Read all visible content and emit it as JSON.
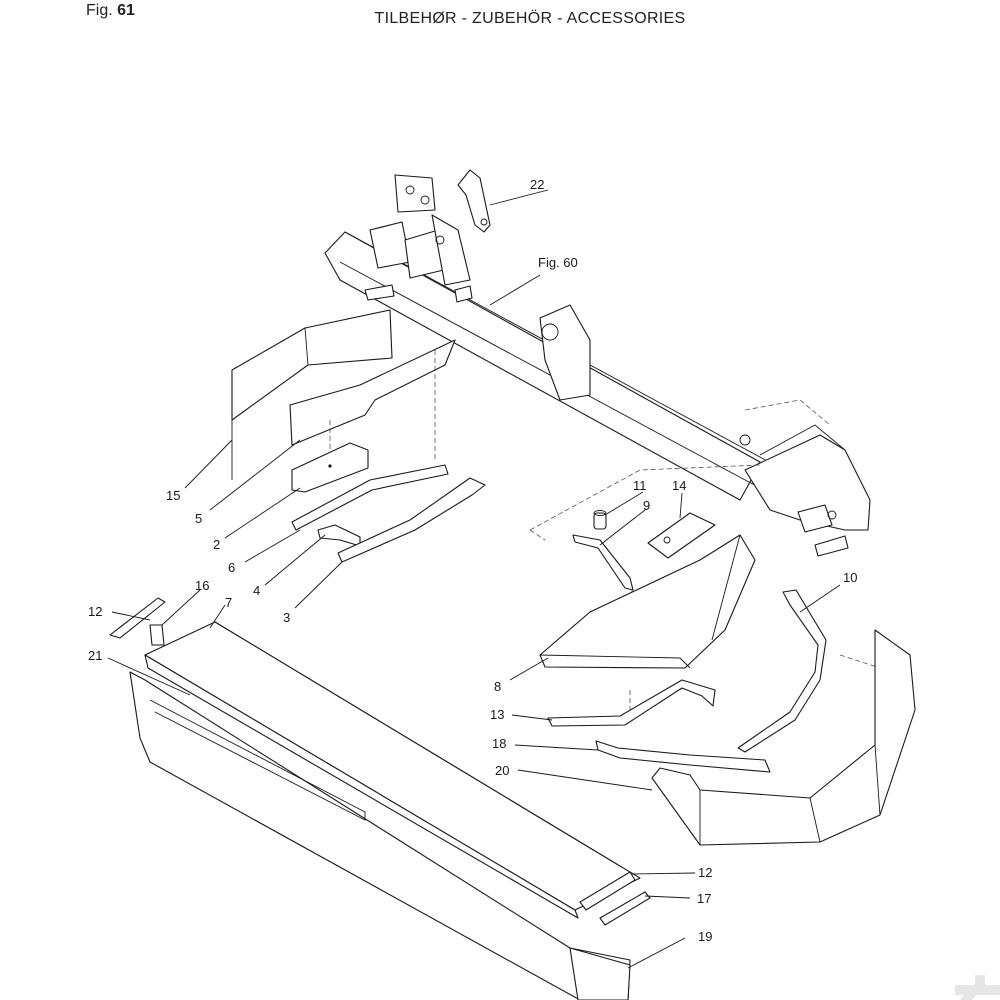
{
  "header": {
    "fig_prefix": "Fig.",
    "fig_number": "61",
    "title": "TILBEHØR - ZUBEHÖR - ACCESSORIES"
  },
  "callouts": {
    "c22": "22",
    "fig60": "Fig. 60",
    "c15": "15",
    "c5": "5",
    "c2": "2",
    "c6": "6",
    "c4": "4",
    "c3": "3",
    "c11": "11",
    "c9": "9",
    "c14": "14",
    "c10": "10",
    "c12a": "12",
    "c16": "16",
    "c7": "7",
    "c21": "21",
    "c8": "8",
    "c13": "13",
    "c18": "18",
    "c20": "20",
    "c12b": "12",
    "c17": "17",
    "c19": "19"
  },
  "logo": {
    "letter": "K",
    "color": "#e6e6e6"
  }
}
